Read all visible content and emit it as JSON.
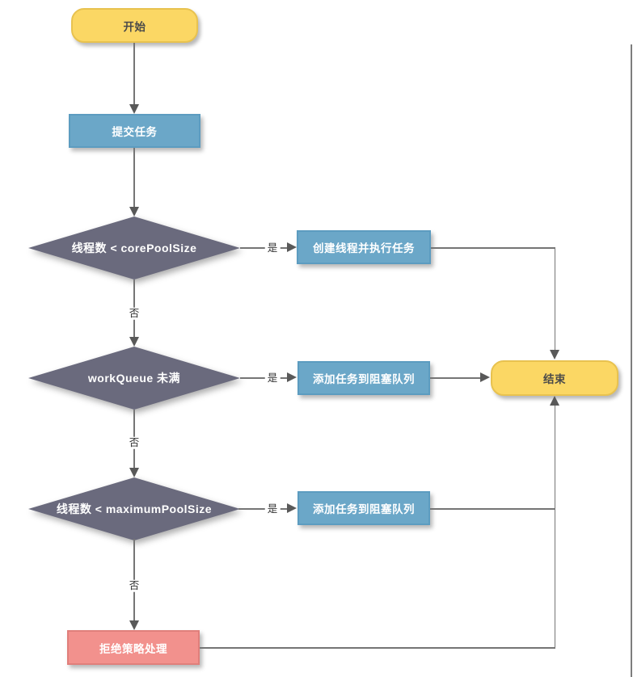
{
  "diagram": {
    "title": "thread-pool-task-flowchart",
    "nodes": {
      "start": {
        "label": "开始"
      },
      "submit": {
        "label": "提交任务"
      },
      "decision_core": {
        "label": "线程数 < corePoolSize"
      },
      "create_thread": {
        "label": "创建线程并执行任务"
      },
      "decision_queue": {
        "label": "workQueue 未满"
      },
      "enqueue_1": {
        "label": "添加任务到阻塞队列"
      },
      "decision_max": {
        "label": "线程数 < maximumPoolSize"
      },
      "enqueue_2": {
        "label": "添加任务到阻塞队列"
      },
      "reject": {
        "label": "拒绝策略处理"
      },
      "end": {
        "label": "结束"
      }
    },
    "edge_labels": {
      "yes": "是",
      "no": "否"
    },
    "colors": {
      "terminal_fill": "#FBD764",
      "terminal_border": "#E8C24F",
      "process_fill": "#6BA7C8",
      "process_border": "#5C9CC0",
      "decision_fill": "#6A6A7D",
      "alert_fill": "#F2918D",
      "alert_border": "#E07F7B",
      "line": "#757575",
      "arrowhead": "#595959",
      "edge_label_text": "#333333",
      "background": "#FFFFFF"
    }
  }
}
